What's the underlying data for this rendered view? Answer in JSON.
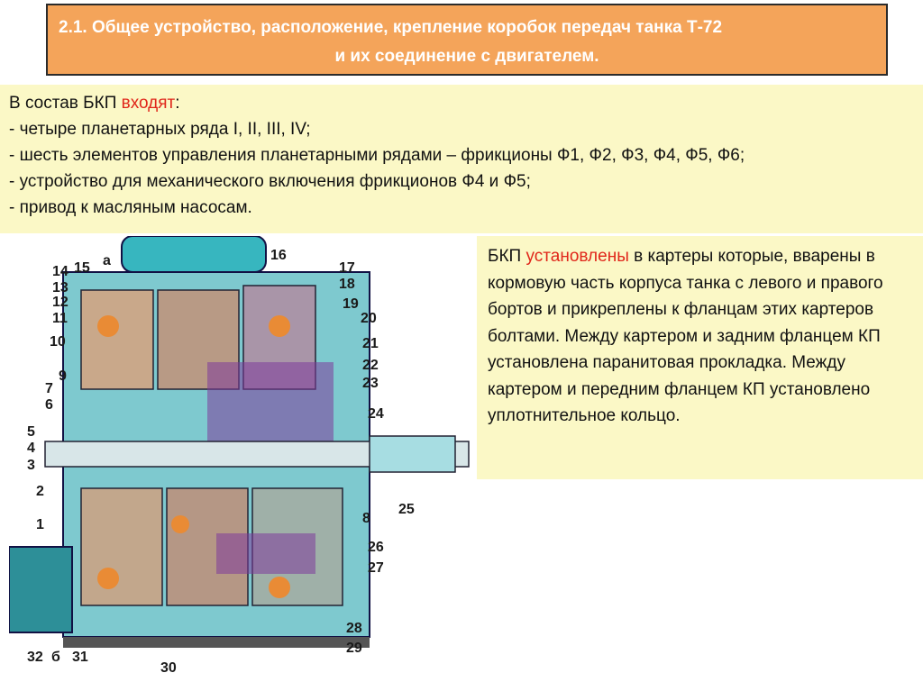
{
  "title": {
    "line1": "2.1. Общее устройство, расположение, крепление коробок передач танка Т-72",
    "line2": "и их соединение с двигателем."
  },
  "composition": {
    "intro_before": "В состав БКП ",
    "intro_accent": "входят",
    "intro_after": ":",
    "items": [
      "- четыре планетарных ряда I, II, III, IV;",
      "- шесть элементов управления планетарными рядами – фрикционы Ф1, Ф2, Ф3, Ф4, Ф5, Ф6;",
      "- устройство для механического включения фрикционов Ф4 и Ф5;",
      "- привод к масляным насосам."
    ]
  },
  "installation": {
    "before": "БКП ",
    "accent": "установлены",
    "after": " в картеры которые, вварены в кормовую часть корпуса танка с левого и правого бортов и прикреплены к фланцам этих картеров болтами. Между картером и задним фланцем КП установлена паранитовая прокладка. Между картером и передним фланцем КП установлено уплотнительное кольцо."
  },
  "drawing": {
    "callouts": [
      "1",
      "2",
      "3",
      "4",
      "5",
      "6",
      "7",
      "8",
      "9",
      "10",
      "11",
      "12",
      "13",
      "14",
      "15",
      "16",
      "17",
      "18",
      "19",
      "20",
      "21",
      "22",
      "23",
      "24",
      "25",
      "26",
      "27",
      "28",
      "29",
      "30",
      "31",
      "32",
      "а",
      "б"
    ]
  },
  "colors": {
    "title_bg": "#f4a45a",
    "panel_bg": "#fbf8c6",
    "accent": "#e0261a",
    "housing": "#1f9fa8",
    "purple": "#7d3a9a",
    "orange": "#e98b35"
  }
}
